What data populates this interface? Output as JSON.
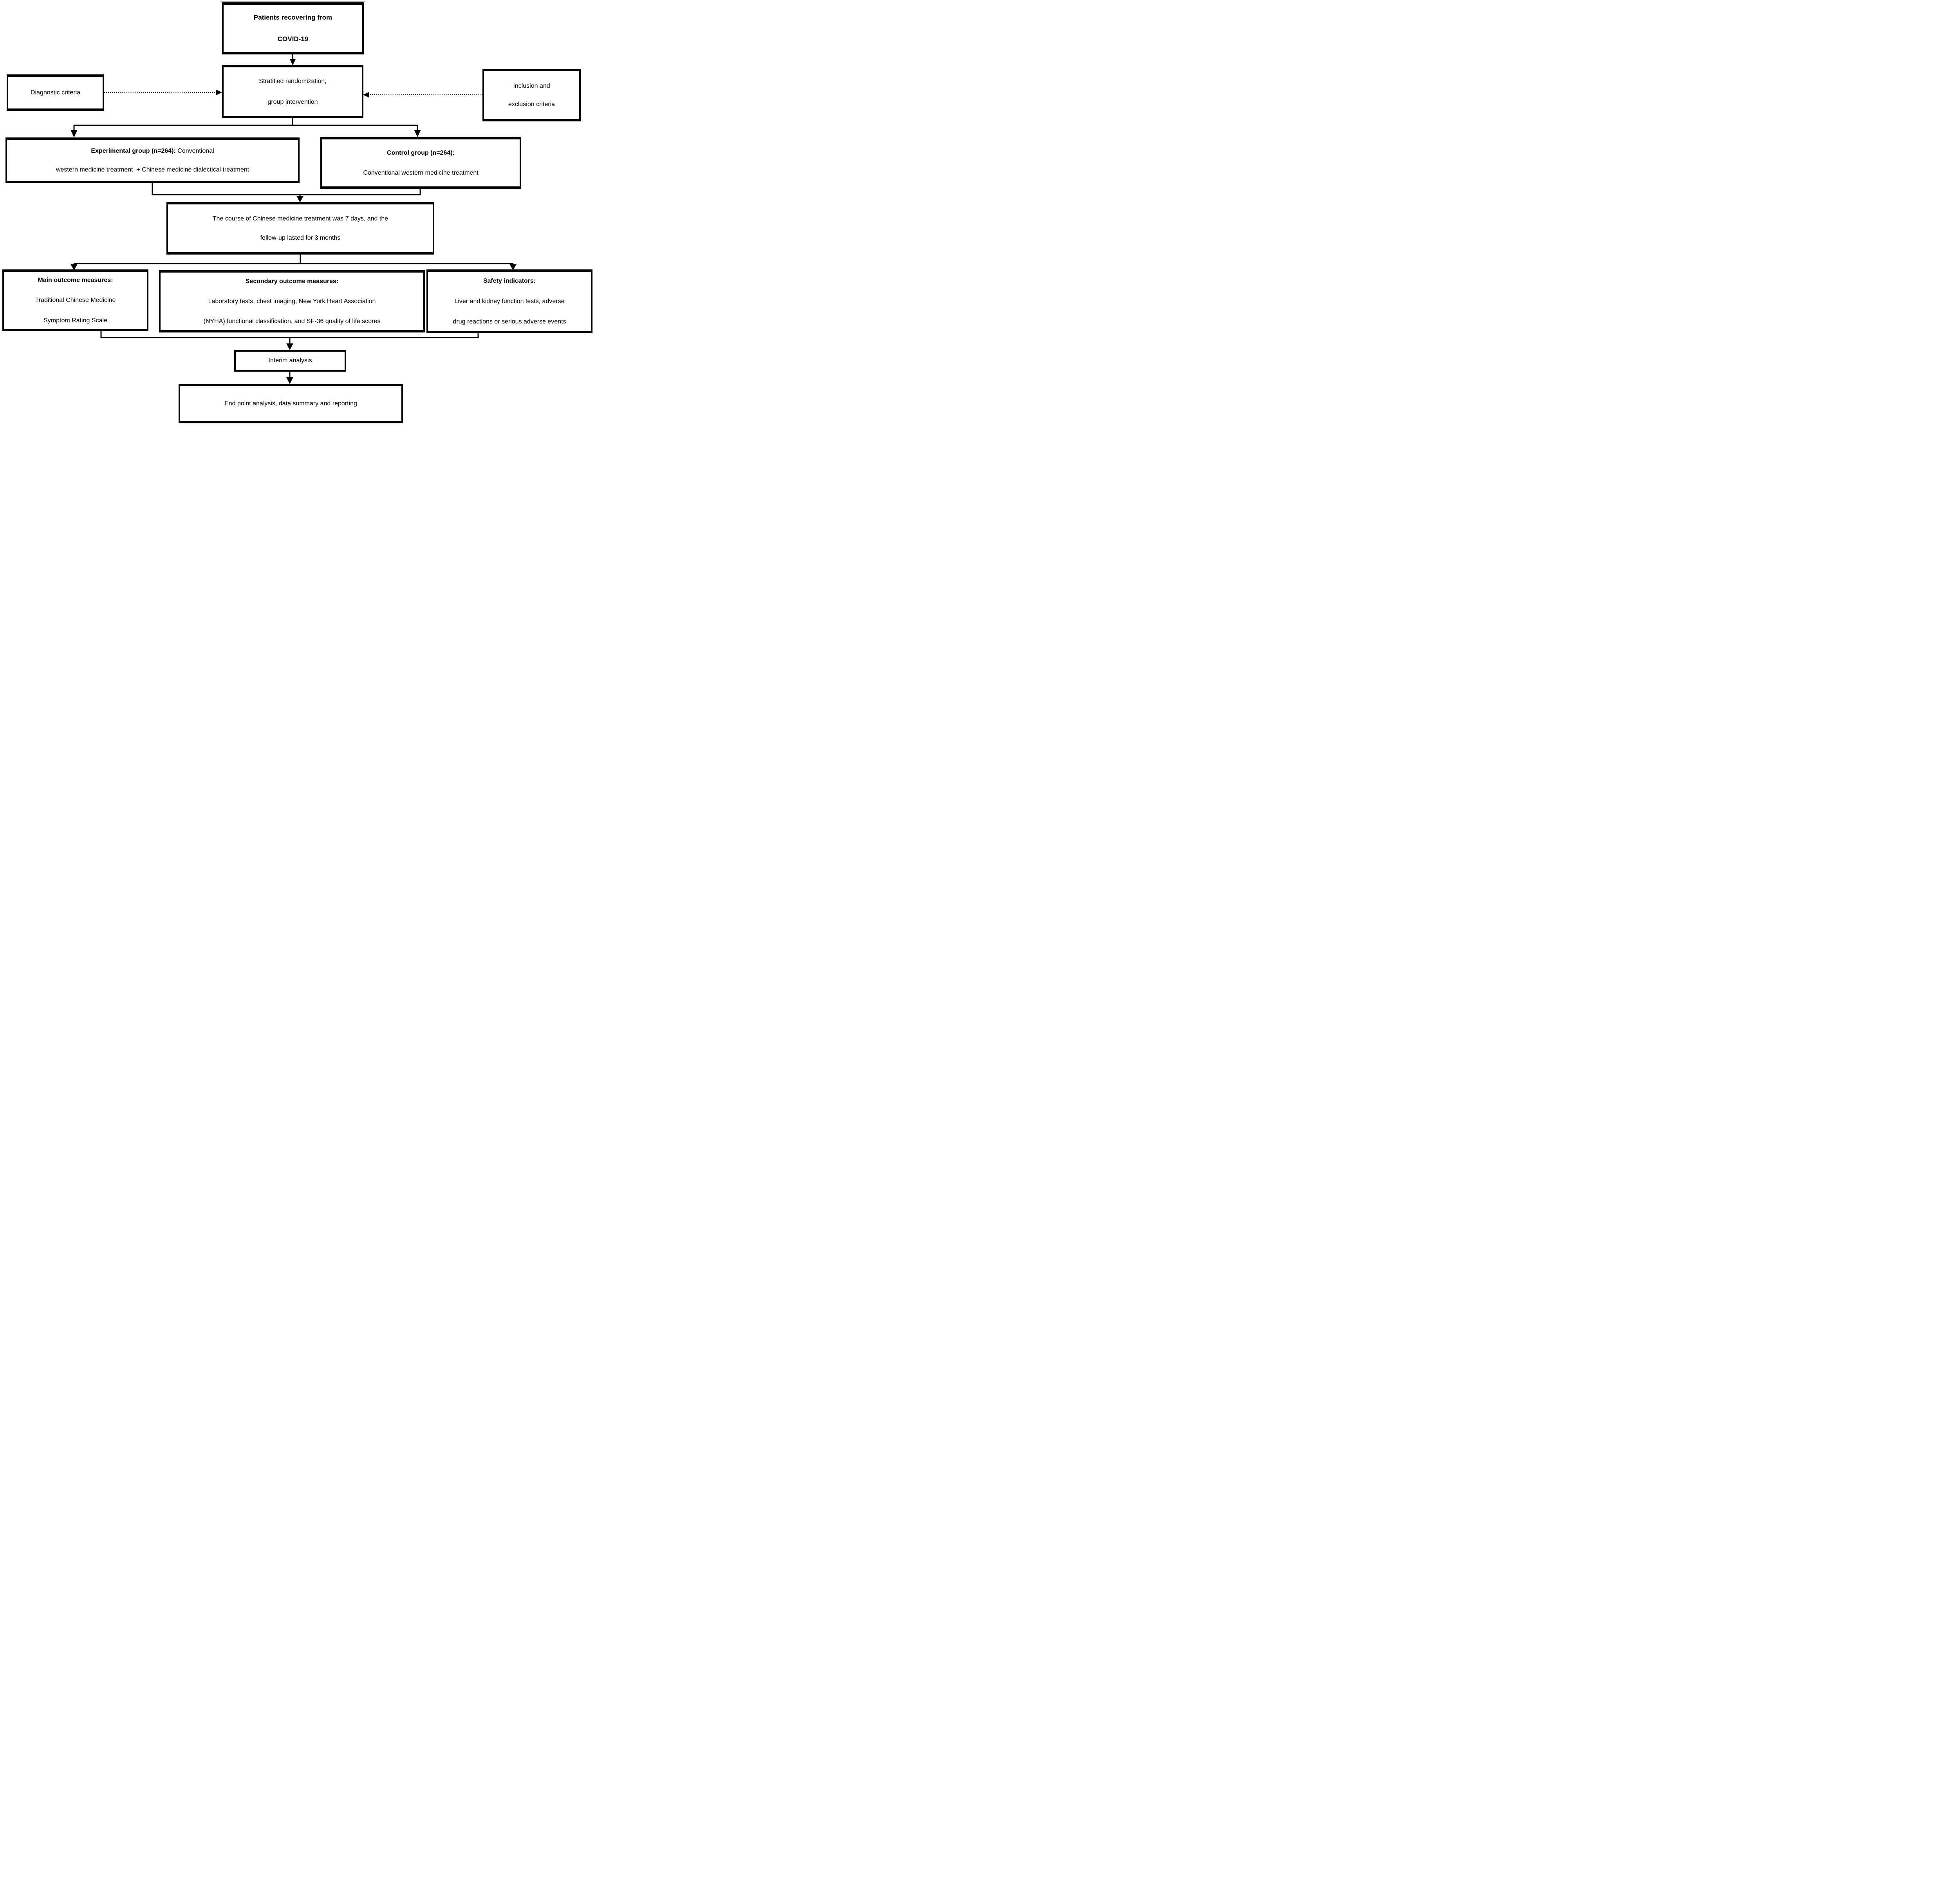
{
  "figure": {
    "colors": {
      "line": "#000000",
      "box_border": "#000000",
      "background": "#ffffff",
      "text": "#000000"
    },
    "boxes": {
      "patients": {
        "line1": "Patients recovering from",
        "line2": "COVID-19"
      },
      "stratified": {
        "line1": "Stratified randomization,",
        "line2": "group intervention"
      },
      "diagnostic": {
        "label": "Diagnostic criteria"
      },
      "inclusion": {
        "line1": "Inclusion and",
        "line2": "exclusion criteria"
      },
      "experimental": {
        "bold": "Experimental group (n=264):",
        "rest1": " Conventional",
        "line2": "western medicine treatment  + Chinese medicine dialectical treatment"
      },
      "control": {
        "bold": "Control group (n=264):",
        "line2": "Conventional western medicine treatment"
      },
      "course": {
        "line1": "The course of Chinese medicine treatment was 7 days, and the",
        "line2": "follow-up lasted for 3 months"
      },
      "main_outcome": {
        "bold": "Main outcome measures:",
        "line2": "Traditional Chinese Medicine",
        "line3": "Symptom Rating Scale"
      },
      "secondary_outcome": {
        "bold": "Secondary outcome measures:",
        "line2": "Laboratory tests, chest imaging, New York Heart Association",
        "line3": "(NYHA) functional classification, and SF-36 quality of life scores"
      },
      "safety": {
        "bold": "Safety indicators:",
        "line2": "Liver and kidney function tests, adverse",
        "line3": "drug reactions or serious adverse events"
      },
      "interim": {
        "label": "Interim analysis"
      },
      "endpoint": {
        "label": "End point analysis, data summary and reporting"
      }
    }
  }
}
